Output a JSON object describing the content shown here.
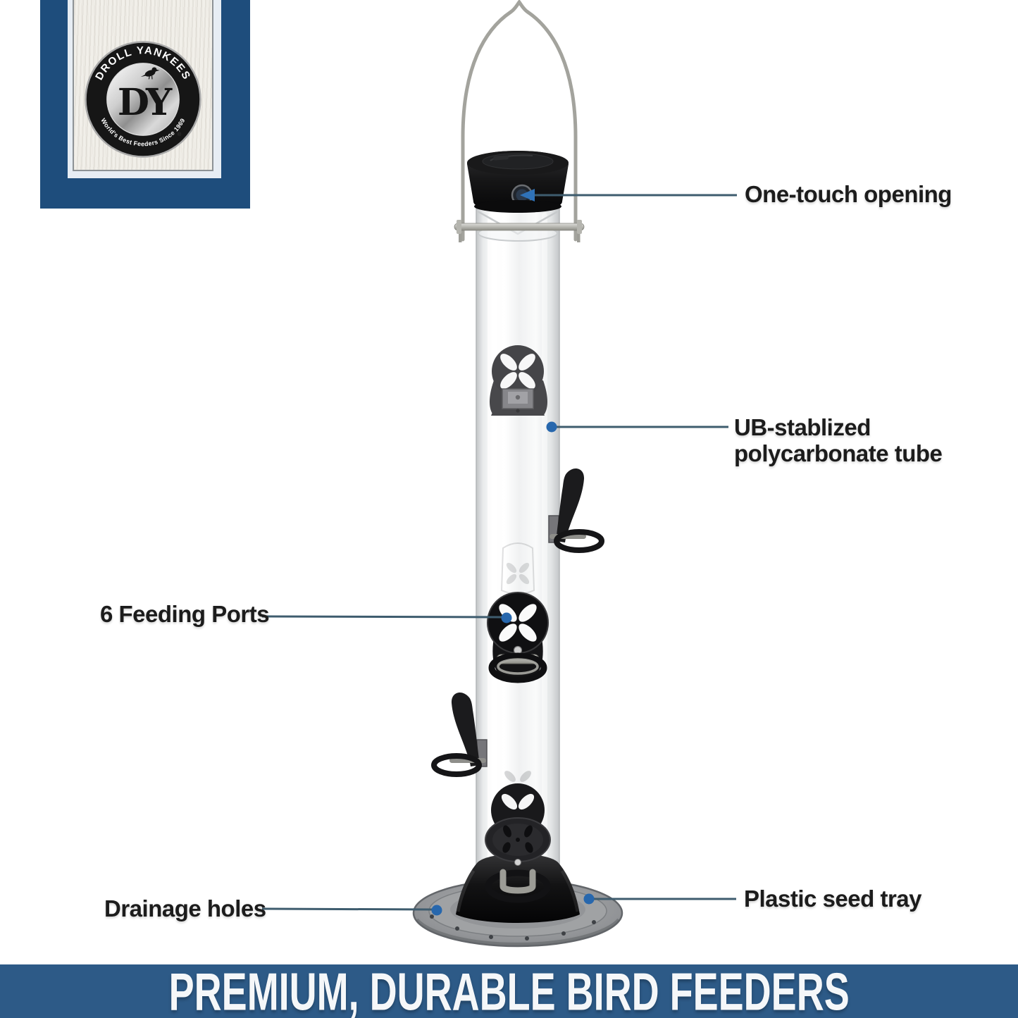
{
  "logo": {
    "brand_arc_top": "DROLL YANKEES",
    "brand_arc_bottom": "World's Best Feeders Since 1969",
    "monogram": "DY",
    "registered_mark": "®"
  },
  "callouts": {
    "one_touch": "One-touch opening",
    "tube_line1": "UB-stablized",
    "tube_line2": "polycarbonate tube",
    "feeding_ports": "6 Feeding Ports",
    "drainage": "Drainage holes",
    "seed_tray": "Plastic seed tray"
  },
  "banner": {
    "title": "PREMIUM, DURABLE BIRD FEEDERS"
  },
  "colors": {
    "banner_blue": "#2d5a87",
    "logo_frame_blue": "#1e4d7c",
    "callout_line": "#3e5c6e",
    "callout_dot": "#2767ad",
    "arrow_blue": "#2f72b8"
  }
}
